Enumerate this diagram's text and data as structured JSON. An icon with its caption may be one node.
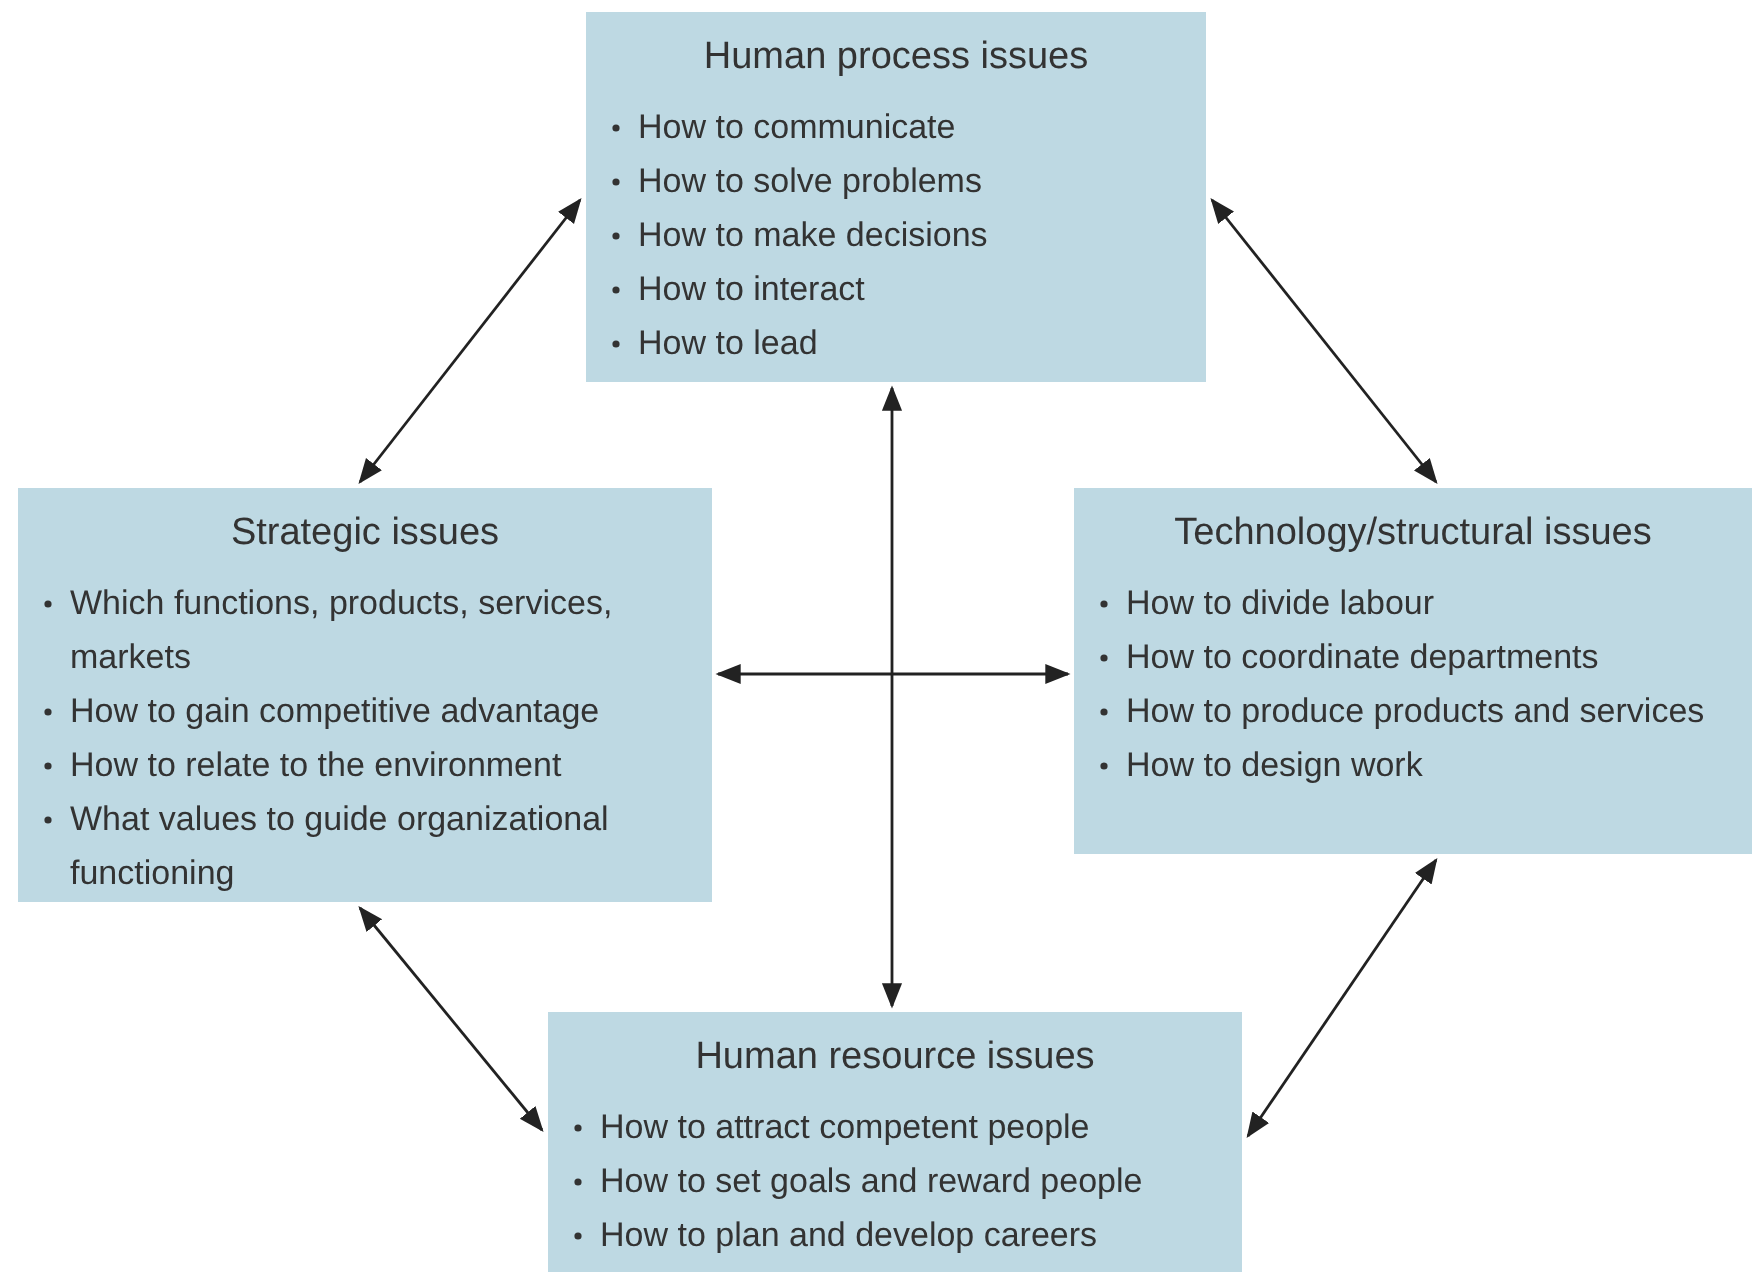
{
  "diagram": {
    "nodes": [
      {
        "text": [
          "Human process issues",
          "How to communicate",
          "How to solve problems",
          "How to make decisions",
          "How to interact",
          "How to lead"
        ]
      },
      {
        "text": [
          "Strategic issues",
          "Which functions, products, services, markets",
          "How to gain competitive advantage",
          "How to relate to the environment",
          "What values to guide organizational functioning"
        ]
      },
      {
        "text": [
          "Technology/structural issues",
          "How to divide labour",
          "How to coordinate departments",
          "How to produce products and services",
          "How to design work"
        ]
      },
      {
        "text": [
          "Human resource issues",
          "How to attract competent people",
          "How to set goals and reward people",
          "How to plan and develop careers"
        ]
      }
    ],
    "edges": [
      {
        "from": 0,
        "to": 1,
        "arrow": "both"
      },
      {
        "from": 0,
        "to": 2,
        "arrow": "both"
      },
      {
        "from": 1,
        "to": 3,
        "arrow": "both"
      },
      {
        "from": 2,
        "to": 3,
        "arrow": "both"
      },
      {
        "from": 1,
        "to": 2,
        "arrow": "both"
      },
      {
        "from": 0,
        "to": 3,
        "arrow": "both"
      }
    ]
  }
}
